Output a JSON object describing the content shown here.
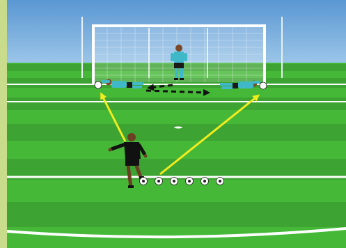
{
  "scene": {
    "description_name": "goalkeeper-diving-drill",
    "colors": {
      "sky": "#6ea6d9",
      "pitch_light": "#4bbf3d",
      "pitch_dark": "#3aa82f",
      "lines": "#ffffff",
      "arrow_yellow": "#f2ec1e",
      "arrow_black": "#111111",
      "keeper_kit": "#3fb8c8",
      "shooter_kit": "#111111",
      "border": "#c8dc8c"
    },
    "players": [
      {
        "role": "standing-goalkeeper",
        "kit": "keeper"
      },
      {
        "role": "diving-goalkeeper-left",
        "kit": "keeper"
      },
      {
        "role": "diving-goalkeeper-right",
        "kit": "keeper"
      },
      {
        "role": "shooter",
        "kit": "outfield"
      }
    ],
    "balls_in_row": 6,
    "arrows": [
      {
        "name": "shot-arrow-left",
        "style": "solid",
        "color": "yellow"
      },
      {
        "name": "shot-arrow-right",
        "style": "solid",
        "color": "yellow"
      },
      {
        "name": "movement-arrow-left",
        "style": "dashed",
        "color": "black"
      },
      {
        "name": "movement-arrow-right",
        "style": "dashed",
        "color": "black"
      }
    ]
  }
}
